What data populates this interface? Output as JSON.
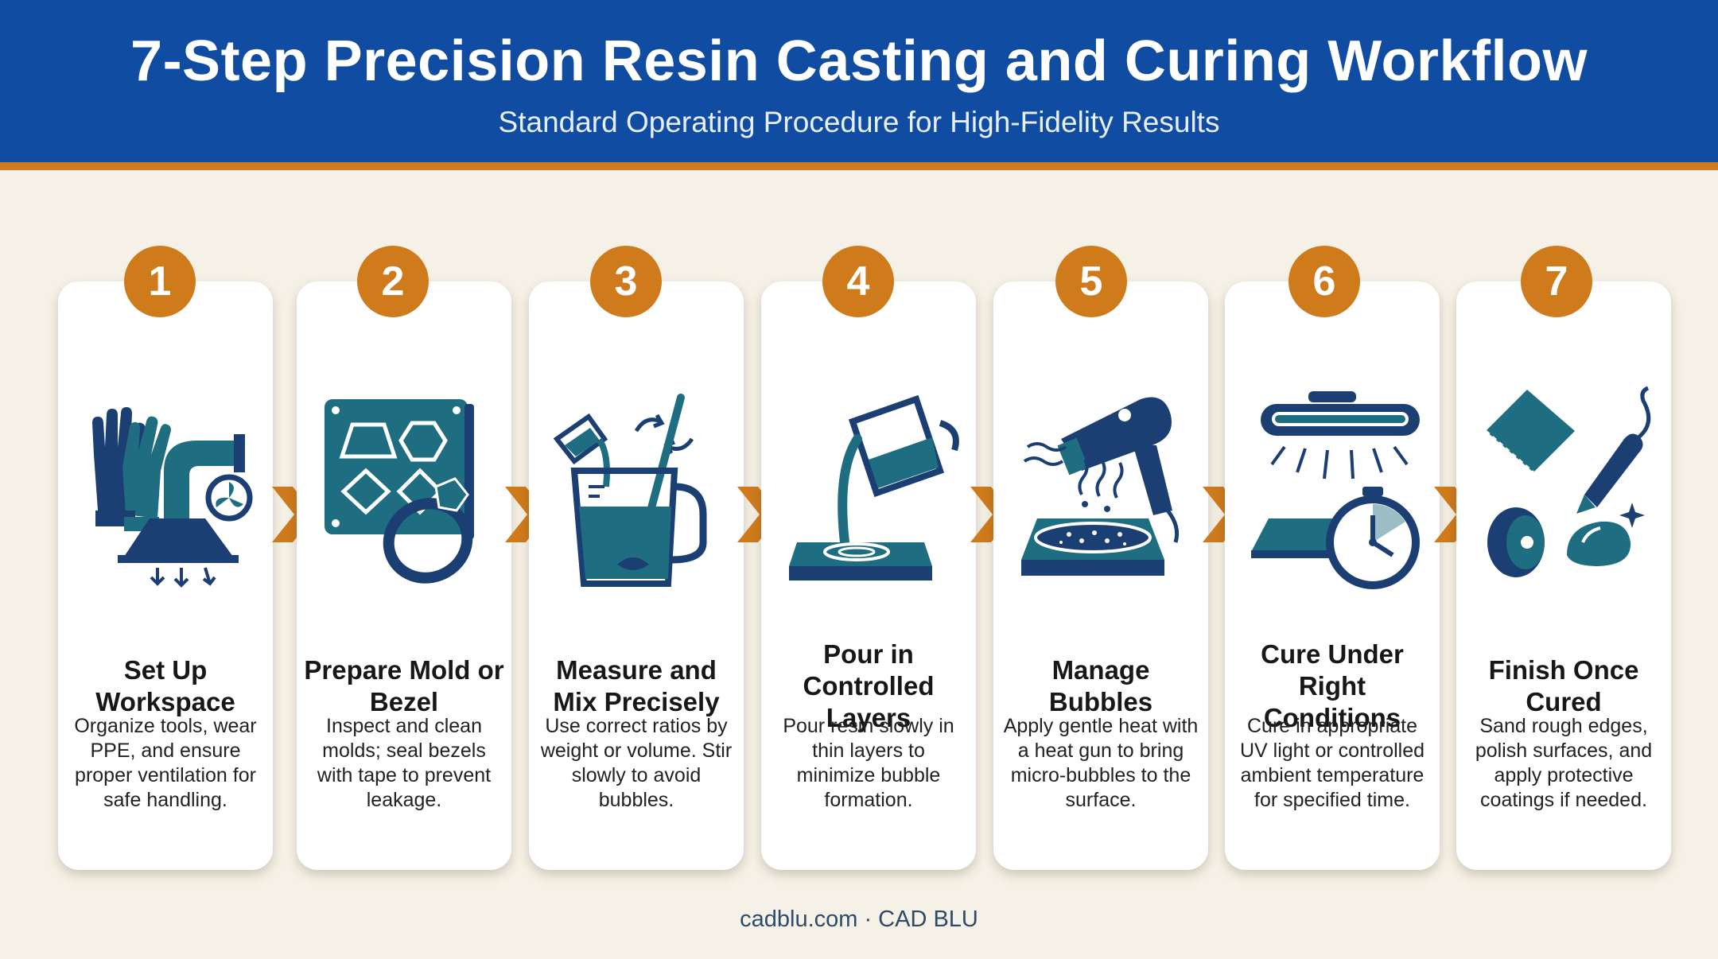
{
  "header": {
    "title": "7-Step Precision Resin Casting and Curing Workflow",
    "subtitle": "Standard Operating Procedure for High-Fidelity Results"
  },
  "steps": [
    {
      "number": "1",
      "title": "Set Up Workspace",
      "description": "Organize tools, wear PPE, and ensure proper ventilation for safe handling.",
      "icon": "gloves-and-ventilation-hood-icon"
    },
    {
      "number": "2",
      "title": "Prepare Mold or Bezel",
      "description": "Inspect and clean molds; seal bezels with tape to prevent leakage.",
      "icon": "mold-and-ring-bezel-icon"
    },
    {
      "number": "3",
      "title": "Measure and Mix Precisely",
      "description": "Use correct ratios by weight or volume. Stir slowly to avoid bubbles.",
      "icon": "measuring-cup-and-stir-stick-icon"
    },
    {
      "number": "4",
      "title": "Pour in Controlled Layers",
      "description": "Pour resin slowly in thin layers to minimize bubble formation.",
      "icon": "pouring-cup-icon"
    },
    {
      "number": "5",
      "title": "Manage Bubbles",
      "description": "Apply gentle heat with a heat gun to bring micro-bubbles to the surface.",
      "icon": "heat-gun-icon"
    },
    {
      "number": "6",
      "title": "Cure Under Right Conditions",
      "description": "Cure in appropriate UV light or controlled ambient temperature for specified time.",
      "icon": "uv-lamp-and-timer-icon"
    },
    {
      "number": "7",
      "title": "Finish Once Cured",
      "description": "Sand rough edges, polish surfaces, and apply protective coatings if needed.",
      "icon": "sanding-and-polishing-tools-icon"
    }
  ],
  "footer": {
    "text": "cadblu.com · CAD BLU"
  },
  "colors": {
    "header_bg": "#0f4ca2",
    "accent_orange": "#cf7b1c",
    "icon_navy": "#1b3f73",
    "icon_teal": "#1f6d80",
    "background": "#f6f1e6"
  }
}
